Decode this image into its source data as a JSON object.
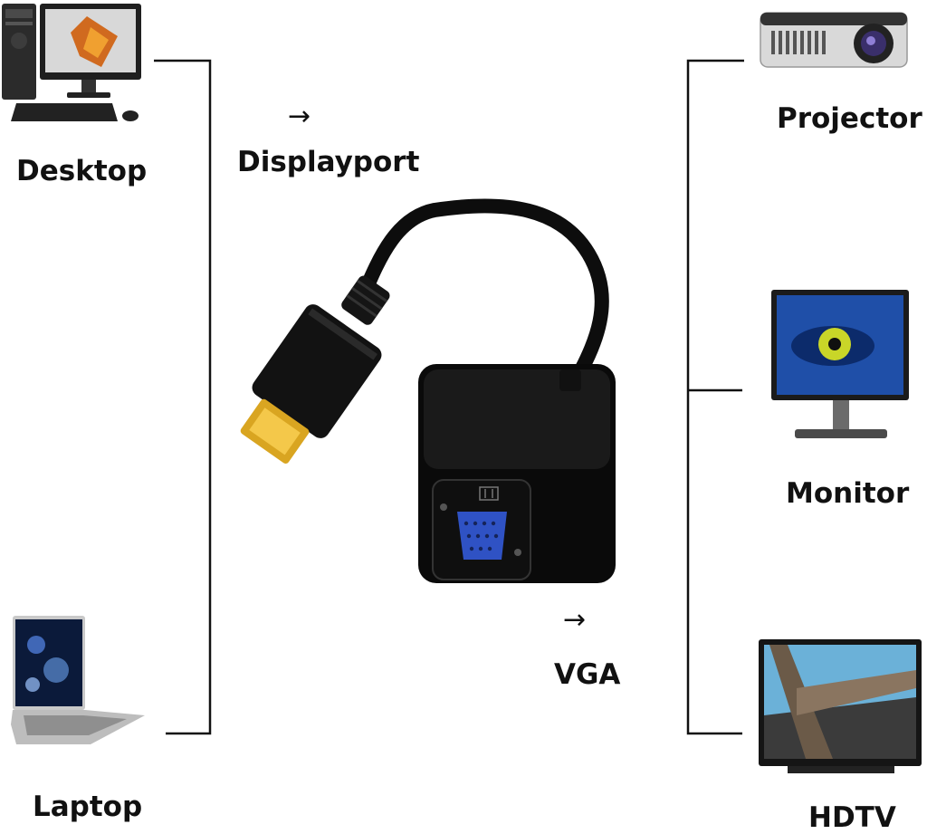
{
  "sources": {
    "desktop": {
      "label": "Desktop",
      "icon": "desktop-computer-icon"
    },
    "laptop": {
      "label": "Laptop",
      "icon": "laptop-icon"
    }
  },
  "outputs": {
    "projector": {
      "label": "Projector",
      "icon": "projector-icon"
    },
    "monitor": {
      "label": "Monitor",
      "icon": "monitor-icon"
    },
    "hdtv": {
      "label": "HDTV",
      "icon": "hdtv-icon"
    }
  },
  "connectors": {
    "input": {
      "label": "Displayport",
      "arrow": "→"
    },
    "output": {
      "label": "VGA",
      "arrow": "→"
    }
  },
  "colors": {
    "line": "#111111",
    "cable": "#0d0d0d",
    "dp_gold": "#d9a521",
    "vga_blue": "#2f52c4",
    "screen_blue": "#1f4fa8"
  }
}
